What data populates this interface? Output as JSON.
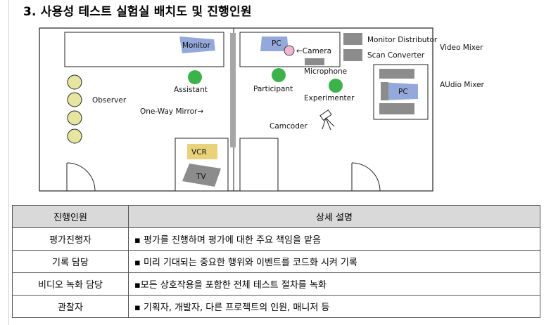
{
  "heading": "3. 사용성 테스트 실험실 배치도 및 진행인원",
  "floor_plan": {
    "labels": {
      "monitor": "Monitor",
      "assistant": "Assistant",
      "observer": "Observer",
      "mirror": "One-Way Mirror→",
      "vcr": "VCR",
      "tv": "TV",
      "pc_left": "PC",
      "camera": "←Camera",
      "microphone": "Microphone",
      "participant": "Participant",
      "experimenter": "Experimenter",
      "camcoder": "Camcoder",
      "monitor_distributor": "Monitor Distributor",
      "video_mixer": "Video Mixer",
      "scan_converter": "Scan Converter",
      "audio_mixer": "AUdio Mixer",
      "pc_right": "PC"
    },
    "colors": {
      "person": "#3cb34a",
      "observer": "#e6e6a0",
      "equipment": "#8c8c8c",
      "pc": "#94a9d9",
      "vcr": "#e8d27a",
      "camera": "#f1b6d0",
      "mirror": "#a6a6a6"
    }
  },
  "table": {
    "headers": [
      "진행인원",
      "상세 설명"
    ],
    "rows": [
      {
        "role": "평가진행자",
        "desc": "▪ 평가를 진행하며 평가에 대한 주요 책임을 맡음"
      },
      {
        "role": "기록 담당",
        "desc": "▪ 미리 기대되는 중요한 행위와 이벤트를 코드화 시켜 기록"
      },
      {
        "role": "비디오 녹화 담당",
        "desc": "▪모든 상호작용을 포함한 전체 테스트 절차를 녹화"
      },
      {
        "role": "관찰자",
        "desc": "▪ 기획자, 개발자, 다른 프로젝트의 인원, 매니저 등"
      }
    ]
  }
}
